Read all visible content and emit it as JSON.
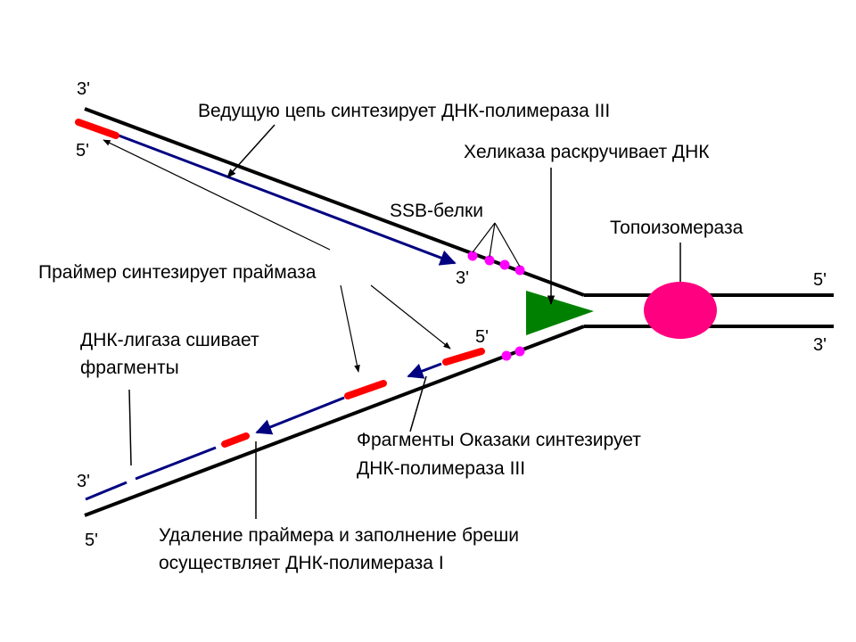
{
  "labels": {
    "leading": "Ведущую цепь синтезирует ДНК-полимераза III",
    "helicase": "Хеликаза раскручивает ДНК",
    "ssb": "SSB-белки",
    "topo": "Топоизомераза",
    "primer": "Праймер синтезирует праймаза",
    "ligase_1": "ДНК-лигаза сшивает",
    "ligase_2": "фрагменты",
    "okazaki_1": "Фрагменты Оказаки синтезирует",
    "okazaki_2": "ДНК-полимераза III",
    "removal_1": "Удаление праймера и заполнение бреши",
    "removal_2": "осуществляет ДНК-полимераза I"
  },
  "ends": {
    "upper_3": "3'",
    "upper_5": "5'",
    "leading_3": "3'",
    "lagging_5": "5'",
    "right_5": "5'",
    "right_3": "3'",
    "lower_3": "3'",
    "lower_5": "5'"
  },
  "colors": {
    "template_strand": "#000000",
    "new_strand": "#000080",
    "primer": "#ff0000",
    "ssb_protein": "#ff00ff",
    "helicase": "#008000",
    "topoisomerase": "#ff0080"
  }
}
